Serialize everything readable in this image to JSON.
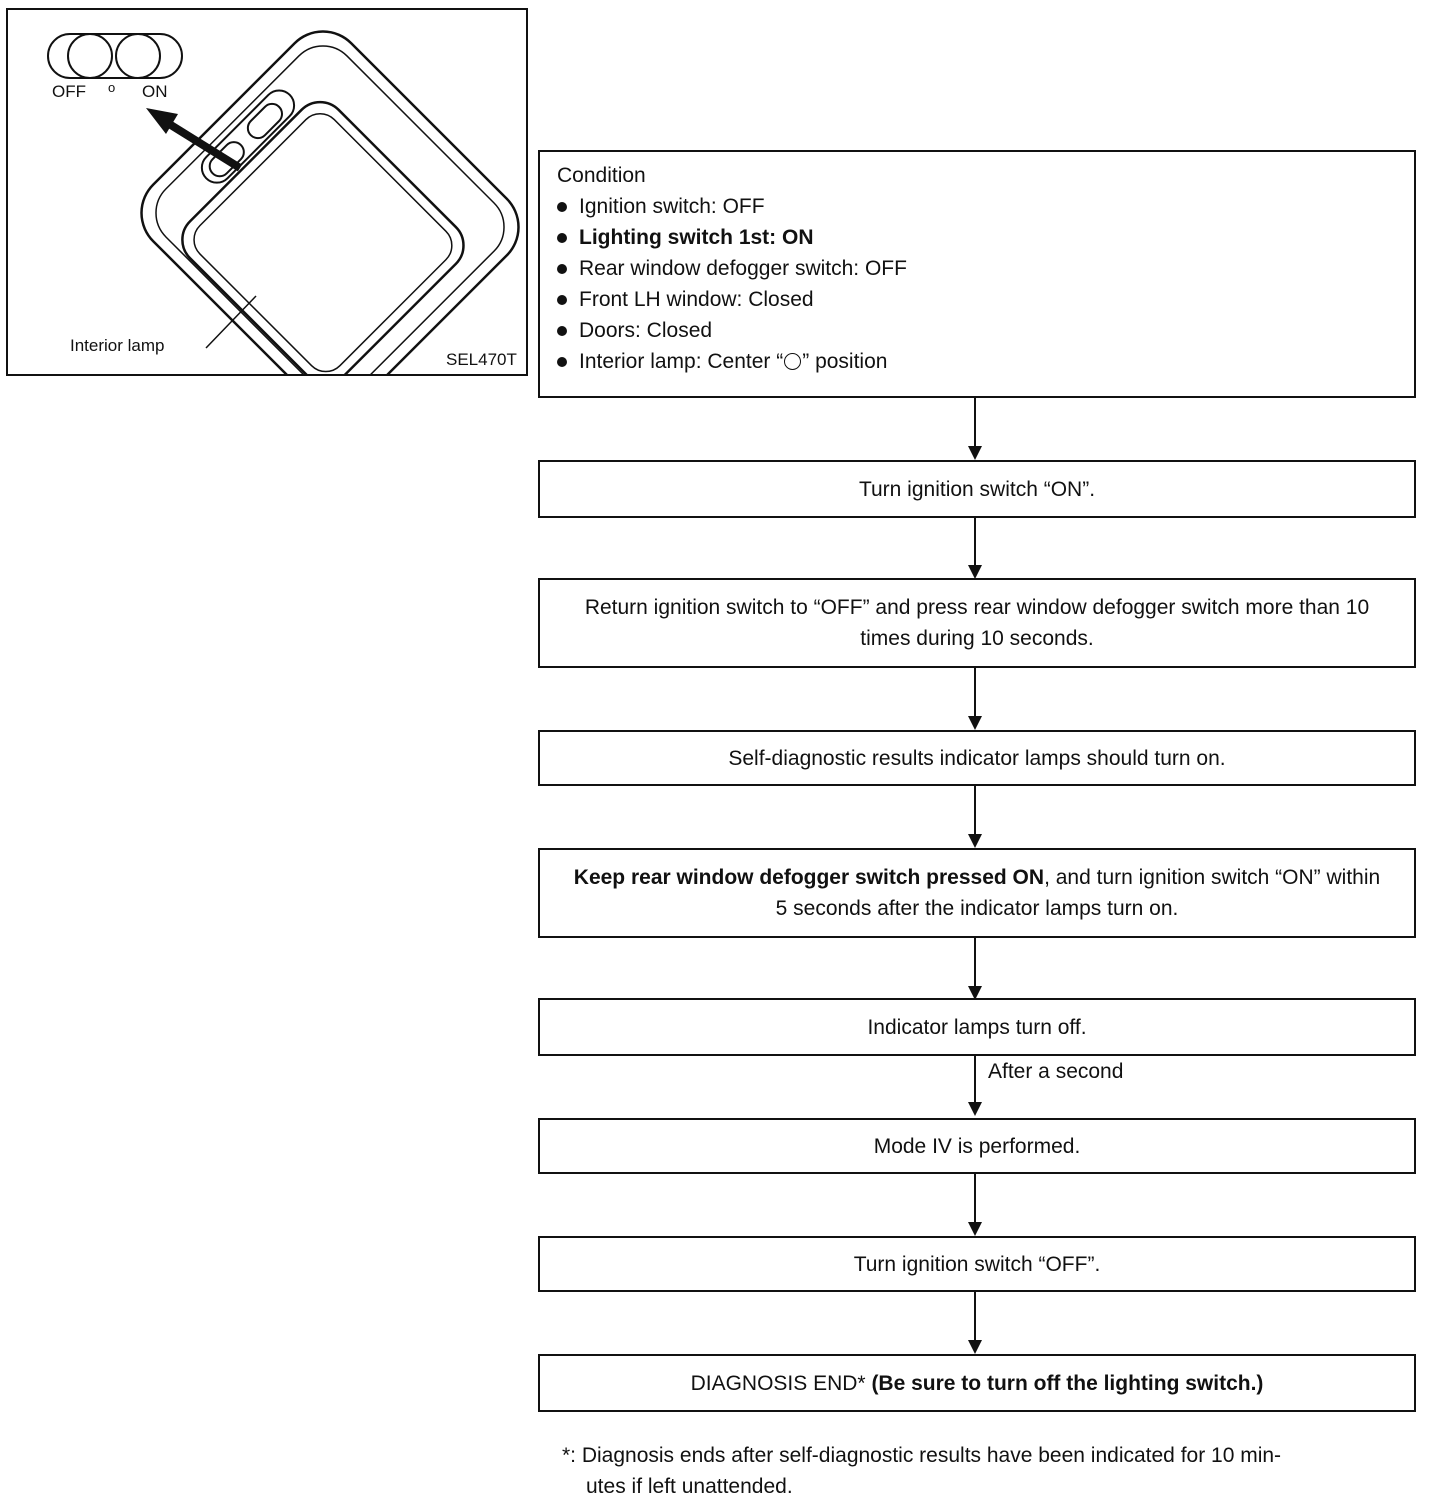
{
  "figure": {
    "switch_off": "OFF",
    "switch_mid": "o",
    "switch_on": "ON",
    "callout": "Interior lamp",
    "ref_code": "SEL470T"
  },
  "flow": {
    "condition_title": "Condition",
    "conditions": [
      "Ignition switch: OFF",
      "Lighting switch 1st: ON",
      "Rear window defogger switch: OFF",
      "Front LH window: Closed",
      "Doors: Closed"
    ],
    "last_condition_before": "Interior lamp: Center “",
    "last_condition_after": "” position",
    "step1": "Turn ignition switch “ON”.",
    "step2": "Return ignition switch to “OFF” and press rear window defogger switch more than 10 times during 10 seconds.",
    "step3": "Self-diagnostic results indicator lamps should turn on.",
    "step4_bold": "Keep rear window defogger switch pressed ON",
    "step4_rest": ", and turn ignition switch “ON” within 5 seconds after the indicator lamps turn on.",
    "step5": "Indicator lamps turn off.",
    "delay_label": "After a second",
    "step6": "Mode IV is performed.",
    "step7": "Turn ignition switch “OFF”.",
    "end_text": "DIAGNOSIS END* ",
    "end_bold": "(Be sure to turn off the lighting switch.)"
  },
  "footnote": {
    "line1": "*: Diagnosis ends after self-diagnostic results have been indicated for 10 min-",
    "line2": "utes if left unattended."
  }
}
